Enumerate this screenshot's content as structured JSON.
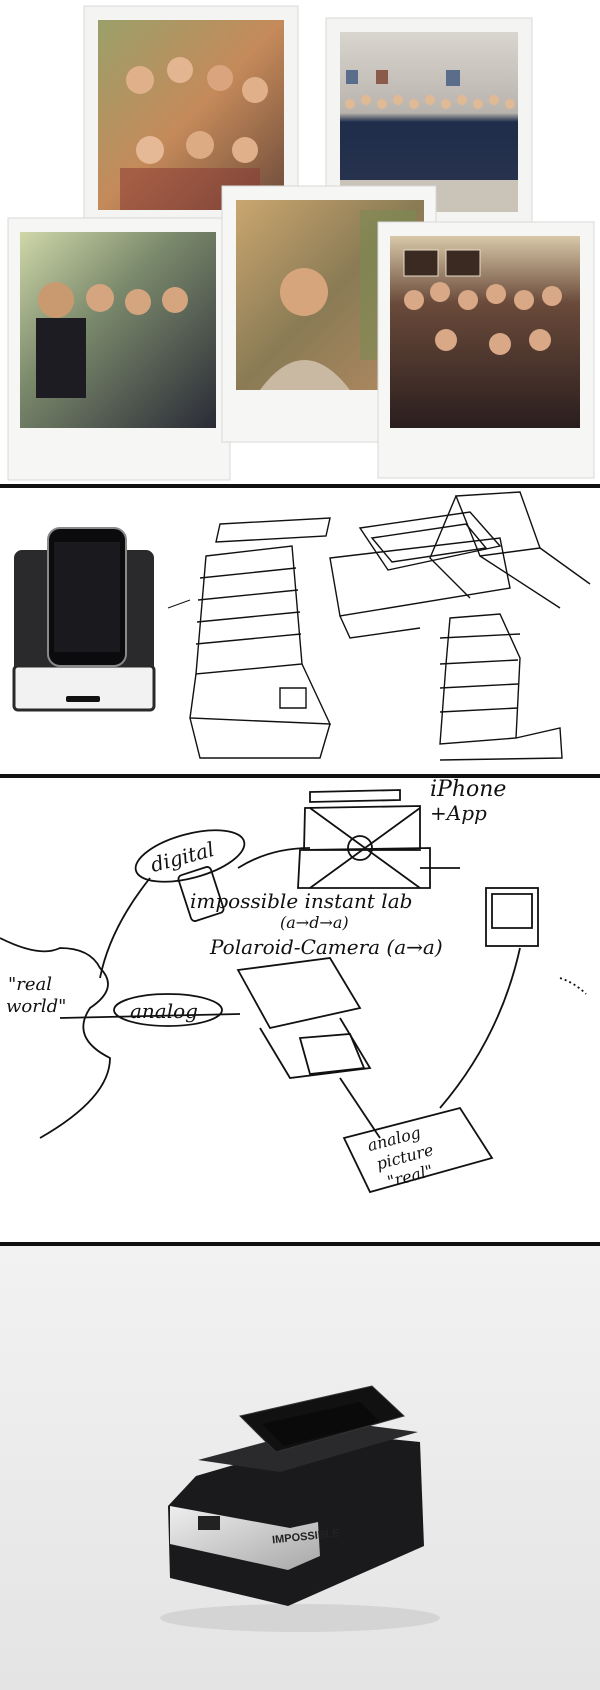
{
  "colors": {
    "separator": "#111111",
    "background": "#ffffff",
    "product_bg": "#ececec",
    "ink": "#111111"
  },
  "panels": {
    "polaroids": {
      "count": 5
    },
    "sketch": {
      "labels": {
        "iphone": "iPhone",
        "app": "+App",
        "digital": "digital",
        "lab": "impossible instant lab",
        "lab_flow": "(a→d→a)",
        "camera": "Polaroid-Camera (a→a)",
        "real_world_1": "\"real",
        "real_world_2": "world\"",
        "analog": "analog",
        "picture_1": "analog",
        "picture_2": "picture",
        "picture_3": "\"real\""
      }
    },
    "product": {
      "brand": "IMPOSSIBLE"
    }
  },
  "icons": [
    "polaroid-photo",
    "instant-lab-device",
    "iphone",
    "sketch-arrow"
  ]
}
